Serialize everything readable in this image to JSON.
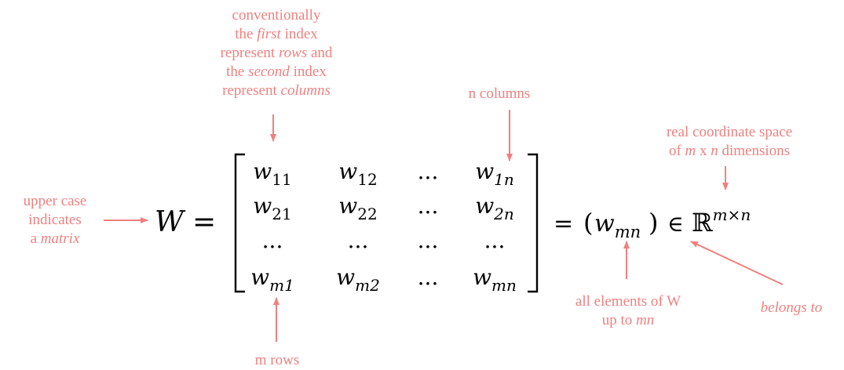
{
  "colors": {
    "annotation": "#f08080",
    "math": "#000000"
  },
  "equation": {
    "lhs": "W",
    "equals": "=",
    "equals2": "=",
    "open_paren": "(",
    "close_paren": ")",
    "tuple_base": "w",
    "tuple_sub": "mn",
    "element_of": "∈",
    "space_symbol": "ℝ",
    "space_sup": "m×n"
  },
  "matrix": {
    "cells": [
      [
        {
          "b": "w",
          "s": "11"
        },
        {
          "b": "w",
          "s": "12"
        },
        {
          "b": "...",
          "s": ""
        },
        {
          "b": "w",
          "s": "1n"
        }
      ],
      [
        {
          "b": "w",
          "s": "21"
        },
        {
          "b": "w",
          "s": "22"
        },
        {
          "b": "...",
          "s": ""
        },
        {
          "b": "w",
          "s": "2n"
        }
      ],
      [
        {
          "b": "...",
          "s": ""
        },
        {
          "b": "...",
          "s": ""
        },
        {
          "b": "...",
          "s": ""
        },
        {
          "b": "...",
          "s": ""
        }
      ],
      [
        {
          "b": "w",
          "s": "m1"
        },
        {
          "b": "w",
          "s": "m2"
        },
        {
          "b": "...",
          "s": ""
        },
        {
          "b": "w",
          "s": "mn"
        }
      ]
    ]
  },
  "annotations": {
    "index_note": [
      [
        {
          "t": "conventionally",
          "i": false
        }
      ],
      [
        {
          "t": "the ",
          "i": false
        },
        {
          "t": "first",
          "i": true
        },
        {
          "t": " index",
          "i": false
        }
      ],
      [
        {
          "t": "represent ",
          "i": false
        },
        {
          "t": "rows",
          "i": true
        },
        {
          "t": " and",
          "i": false
        }
      ],
      [
        {
          "t": "the ",
          "i": false
        },
        {
          "t": "second",
          "i": true
        },
        {
          "t": " index",
          "i": false
        }
      ],
      [
        {
          "t": "represent ",
          "i": false
        },
        {
          "t": "columns",
          "i": true
        }
      ]
    ],
    "n_columns": [
      [
        {
          "t": "n columns",
          "i": false
        }
      ]
    ],
    "real_space": [
      [
        {
          "t": "real coordinate space",
          "i": false
        }
      ],
      [
        {
          "t": "of ",
          "i": false
        },
        {
          "t": "m",
          "i": true
        },
        {
          "t": " x ",
          "i": false
        },
        {
          "t": "n",
          "i": true
        },
        {
          "t": " dimensions",
          "i": false
        }
      ]
    ],
    "upper_case": [
      [
        {
          "t": "upper case",
          "i": false
        }
      ],
      [
        {
          "t": "indicates",
          "i": false
        }
      ],
      [
        {
          "t": "a ",
          "i": false
        },
        {
          "t": "matrix",
          "i": true
        }
      ]
    ],
    "all_elements": [
      [
        {
          "t": "all elements of W",
          "i": false
        }
      ],
      [
        {
          "t": "up to ",
          "i": false
        },
        {
          "t": "mn",
          "i": true
        }
      ]
    ],
    "belongs_to": [
      [
        {
          "t": "belongs to",
          "i": true
        }
      ]
    ],
    "m_rows": [
      [
        {
          "t": "m rows",
          "i": false
        }
      ]
    ]
  }
}
